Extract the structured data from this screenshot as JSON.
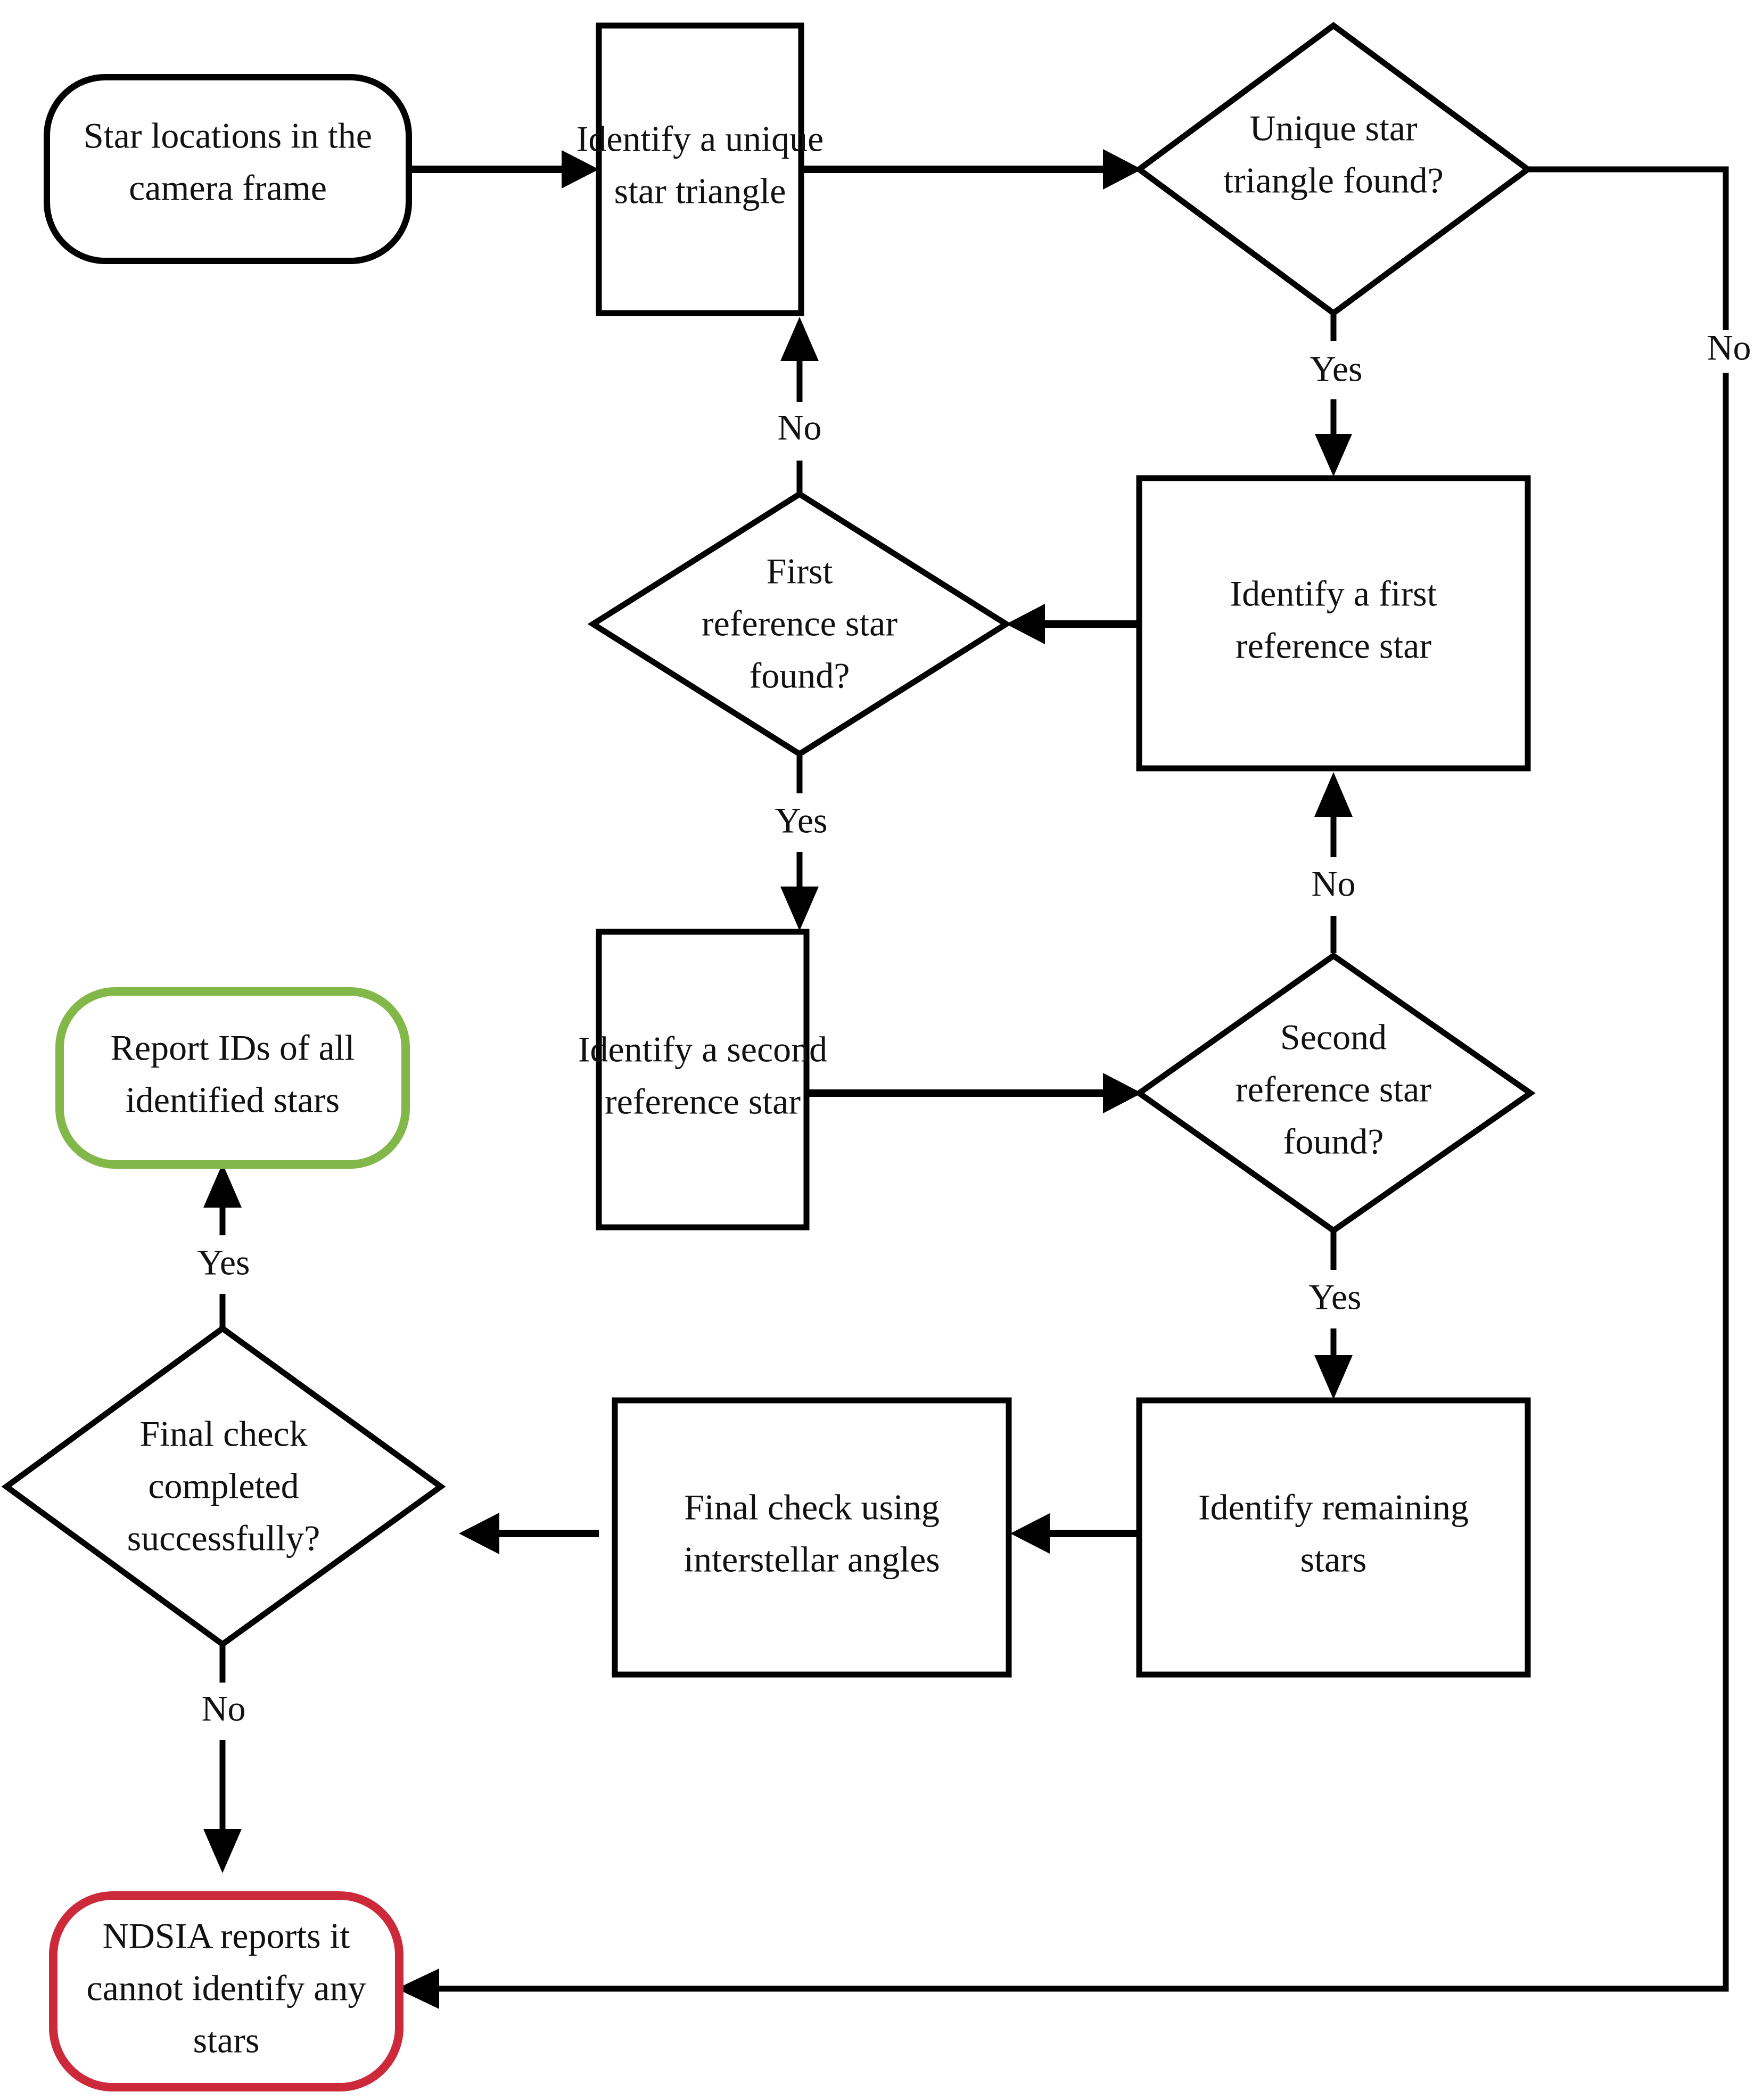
{
  "diagram": {
    "title": "NDSIA star identification flowchart",
    "type": "flowchart",
    "background_color": "#ffffff",
    "colors": {
      "default_stroke": "#000000",
      "success_stroke": "#82b84a",
      "failure_stroke": "#cc2a3a",
      "text": "#111111"
    }
  },
  "nodes": [
    {
      "id": "start",
      "shape": "stadium",
      "role": "start-terminal",
      "stroke": "#000000",
      "lines": [
        "Star locations in the",
        "camera frame"
      ],
      "text": "Star locations in the camera frame"
    },
    {
      "id": "identify-unique-triangle",
      "shape": "rectangle",
      "role": "process",
      "stroke": "#000000",
      "lines": [
        "Identify a unique",
        "star triangle"
      ],
      "text": "Identify a unique star triangle"
    },
    {
      "id": "unique-triangle-found",
      "shape": "diamond",
      "role": "decision",
      "stroke": "#000000",
      "lines": [
        "Unique star",
        "triangle found?"
      ],
      "text": "Unique star triangle found?"
    },
    {
      "id": "identify-first-reference-star",
      "shape": "rectangle",
      "role": "process",
      "stroke": "#000000",
      "lines": [
        "Identify a first",
        "reference star"
      ],
      "text": "Identify a first reference star"
    },
    {
      "id": "first-reference-star-found",
      "shape": "diamond",
      "role": "decision",
      "stroke": "#000000",
      "lines": [
        "First",
        "reference star",
        "found?"
      ],
      "text": "First reference star found?"
    },
    {
      "id": "identify-second-reference-star",
      "shape": "rectangle",
      "role": "process",
      "stroke": "#000000",
      "lines": [
        "Identify a second",
        "reference star"
      ],
      "text": "Identify a second reference star"
    },
    {
      "id": "second-reference-star-found",
      "shape": "diamond",
      "role": "decision",
      "stroke": "#000000",
      "lines": [
        "Second",
        "reference star",
        "found?"
      ],
      "text": "Second reference star found?"
    },
    {
      "id": "report-ids",
      "shape": "stadium",
      "role": "success-terminal",
      "stroke": "#82b84a",
      "lines": [
        "Report IDs of all",
        "identified stars"
      ],
      "text": "Report IDs of all identified stars"
    },
    {
      "id": "final-check-completed",
      "shape": "diamond",
      "role": "decision",
      "stroke": "#000000",
      "lines": [
        "Final check",
        "completed",
        "successfully?"
      ],
      "text": "Final check completed successfully?"
    },
    {
      "id": "final-check-interstellar",
      "shape": "rectangle",
      "role": "process",
      "stroke": "#000000",
      "lines": [
        "Final check using",
        "interstellar angles"
      ],
      "text": "Final check using interstellar angles"
    },
    {
      "id": "identify-remaining-stars",
      "shape": "rectangle",
      "role": "process",
      "stroke": "#000000",
      "lines": [
        "Identify remaining",
        "stars"
      ],
      "text": "Identify remaining stars"
    },
    {
      "id": "ndsia-failure",
      "shape": "stadium",
      "role": "failure-terminal",
      "stroke": "#cc2a3a",
      "lines": [
        "NDSIA reports it",
        "cannot identify any",
        "stars"
      ],
      "text": "NDSIA reports it cannot identify any stars"
    }
  ],
  "edges": [
    {
      "id": "e1",
      "from": "start",
      "to": "identify-unique-triangle",
      "label": ""
    },
    {
      "id": "e2",
      "from": "identify-unique-triangle",
      "to": "unique-triangle-found",
      "label": ""
    },
    {
      "id": "e3",
      "from": "unique-triangle-found",
      "to": "identify-first-reference-star",
      "label": "Yes"
    },
    {
      "id": "e4",
      "from": "unique-triangle-found",
      "to": "ndsia-failure",
      "label": "No"
    },
    {
      "id": "e5",
      "from": "identify-first-reference-star",
      "to": "first-reference-star-found",
      "label": ""
    },
    {
      "id": "e6",
      "from": "first-reference-star-found",
      "to": "identify-unique-triangle",
      "label": "No"
    },
    {
      "id": "e7",
      "from": "first-reference-star-found",
      "to": "identify-second-reference-star",
      "label": "Yes"
    },
    {
      "id": "e8",
      "from": "identify-second-reference-star",
      "to": "second-reference-star-found",
      "label": ""
    },
    {
      "id": "e9",
      "from": "second-reference-star-found",
      "to": "identify-first-reference-star",
      "label": "No"
    },
    {
      "id": "e10",
      "from": "second-reference-star-found",
      "to": "identify-remaining-stars",
      "label": "Yes"
    },
    {
      "id": "e11",
      "from": "identify-remaining-stars",
      "to": "final-check-interstellar",
      "label": ""
    },
    {
      "id": "e12",
      "from": "final-check-interstellar",
      "to": "final-check-completed",
      "label": ""
    },
    {
      "id": "e13",
      "from": "final-check-completed",
      "to": "report-ids",
      "label": "Yes"
    },
    {
      "id": "e14",
      "from": "final-check-completed",
      "to": "ndsia-failure",
      "label": "No"
    }
  ],
  "edge_labels": {
    "yes": "Yes",
    "no": "No",
    "unique_triangle_yes": "Yes",
    "unique_triangle_no": "No",
    "first_ref_no": "No",
    "first_ref_yes": "Yes",
    "second_ref_no": "No",
    "second_ref_yes": "Yes",
    "final_check_yes": "Yes",
    "final_check_no": "No"
  }
}
